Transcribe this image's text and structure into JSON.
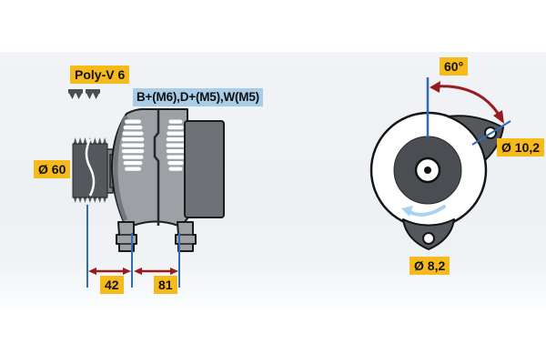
{
  "side_view": {
    "belt_type_label": "Poly-V 6",
    "terminals_label": "B+(M6),D+(M5),W(M5)",
    "pulley_diameter_label": "Ø 60",
    "dim_pulley_to_front_foot": "42",
    "dim_foot_spacing": "81"
  },
  "rear_view": {
    "mount_angle_label": "60°",
    "top_hole_diameter_label": "Ø 10,2",
    "bottom_hole_diameter_label": "Ø 8,2"
  },
  "icons": {
    "belt_profile": "belt-profile-icon",
    "rotation_direction": "rotation-direction-arrow-icon"
  },
  "colors": {
    "label_yellow": "#F6BA1B",
    "label_blue": "#A9CDE9",
    "dimension_red": "#971C20",
    "dimension_blue": "#2E6CB3",
    "rotation_arrow_blue": "#A9D2F0",
    "body_gray": "#9DA0A5",
    "dark_gray": "#54575B",
    "rear_block_gray": "#6E7175",
    "band_gray": "#EEF1F4"
  }
}
